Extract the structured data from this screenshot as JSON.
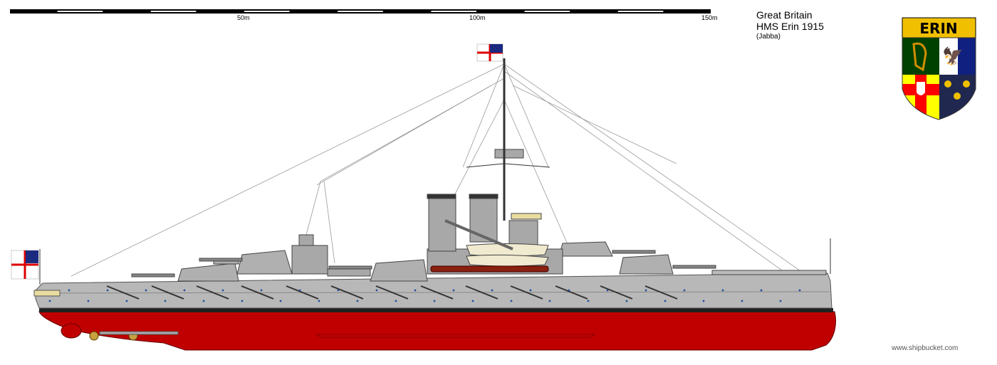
{
  "scale_bar": {
    "labels": [
      "50m",
      "100m",
      "150m"
    ],
    "segments": 15
  },
  "info": {
    "country": "Great Britain",
    "ship": "HMS Erin 1915",
    "author": "(Jabba)"
  },
  "crest": {
    "title": "ERIN",
    "colors": {
      "banner": "#f0c000",
      "green": "#004000",
      "blue": "#102080",
      "yellow": "#ffff00",
      "red": "#ff0000",
      "navy": "#202850"
    }
  },
  "colors": {
    "hull_grey": "#b4b4b4",
    "superstructure_grey": "#a8a8a8",
    "antifouling_red": "#c00000",
    "boot_topping": "#202020"
  },
  "credit": "www.shipbucket.com"
}
